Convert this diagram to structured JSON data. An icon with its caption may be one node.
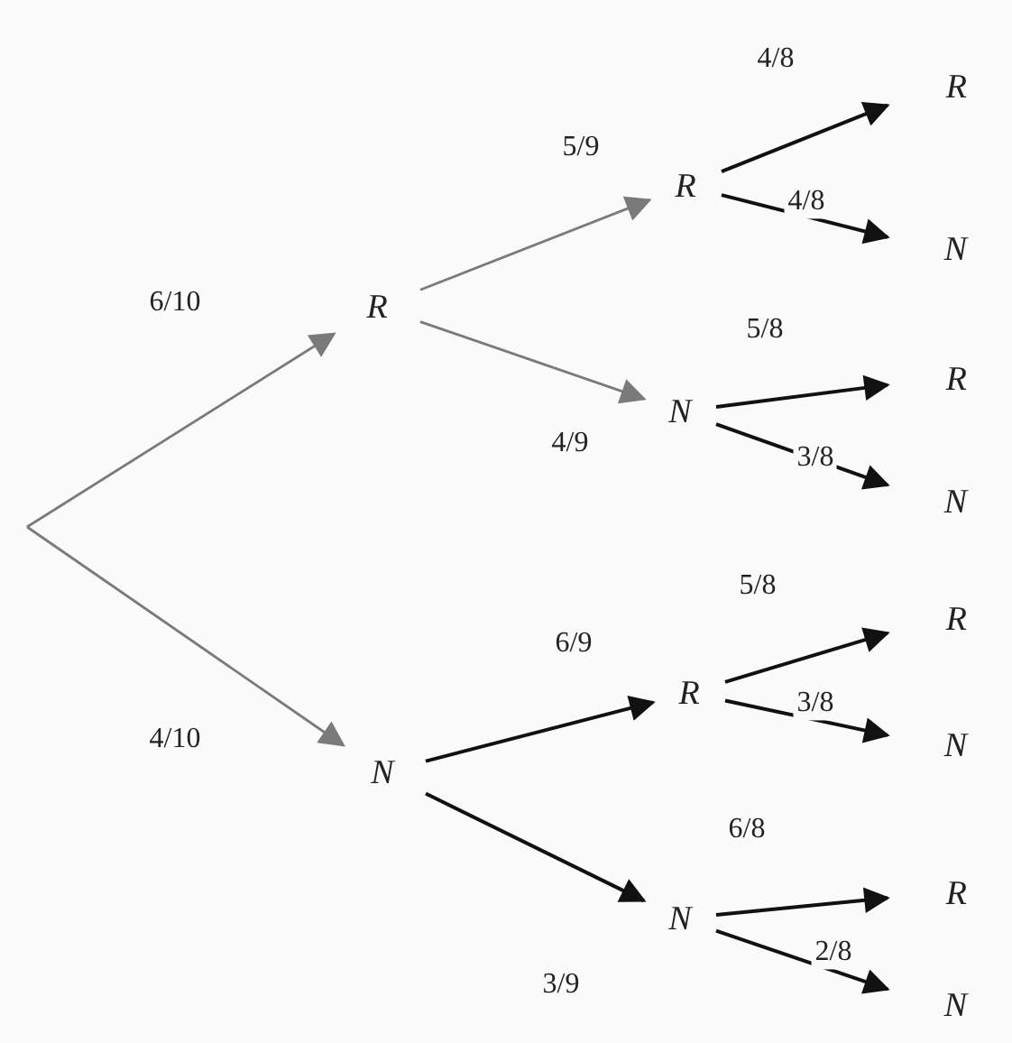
{
  "diagram": {
    "nodes": [
      {
        "text": [
          "R"
        ]
      },
      {
        "text": [
          "N"
        ]
      },
      {
        "text": [
          "R"
        ]
      },
      {
        "text": [
          "N"
        ]
      },
      {
        "text": [
          "R"
        ]
      },
      {
        "text": [
          "N"
        ]
      },
      {
        "text": [
          "R"
        ]
      },
      {
        "text": [
          "N"
        ]
      },
      {
        "text": [
          "R"
        ]
      },
      {
        "text": [
          "N"
        ]
      },
      {
        "text": [
          "R"
        ]
      },
      {
        "text": [
          "N"
        ]
      },
      {
        "text": [
          "R"
        ]
      },
      {
        "text": [
          "N"
        ]
      }
    ],
    "edges": [
      {
        "from": null,
        "to": 0,
        "arrow": "to",
        "label": "6/10",
        "color": "#7a7a7a"
      },
      {
        "from": null,
        "to": 1,
        "arrow": "to",
        "label": "4/10",
        "color": "#7a7a7a"
      },
      {
        "from": 0,
        "to": 2,
        "arrow": "to",
        "label": "5/9",
        "color": "#7a7a7a"
      },
      {
        "from": 0,
        "to": 3,
        "arrow": "to",
        "label": "4/9",
        "color": "#7a7a7a"
      },
      {
        "from": 1,
        "to": 4,
        "arrow": "to",
        "label": "6/9"
      },
      {
        "from": 1,
        "to": 5,
        "arrow": "to",
        "label": "3/9"
      },
      {
        "from": 2,
        "to": 6,
        "arrow": "to",
        "label": "4/8"
      },
      {
        "from": 2,
        "to": 7,
        "arrow": "to",
        "label": "4/8"
      },
      {
        "from": 3,
        "to": 8,
        "arrow": "to",
        "label": "5/8"
      },
      {
        "from": 3,
        "to": 9,
        "arrow": "to",
        "label": "3/8"
      },
      {
        "from": 4,
        "to": 10,
        "arrow": "to",
        "label": "5/8"
      },
      {
        "from": 4,
        "to": 11,
        "arrow": "to",
        "label": "3/8"
      },
      {
        "from": 5,
        "to": 12,
        "arrow": "to",
        "label": "6/8"
      },
      {
        "from": 5,
        "to": 13,
        "arrow": "to",
        "label": "2/8"
      }
    ]
  }
}
